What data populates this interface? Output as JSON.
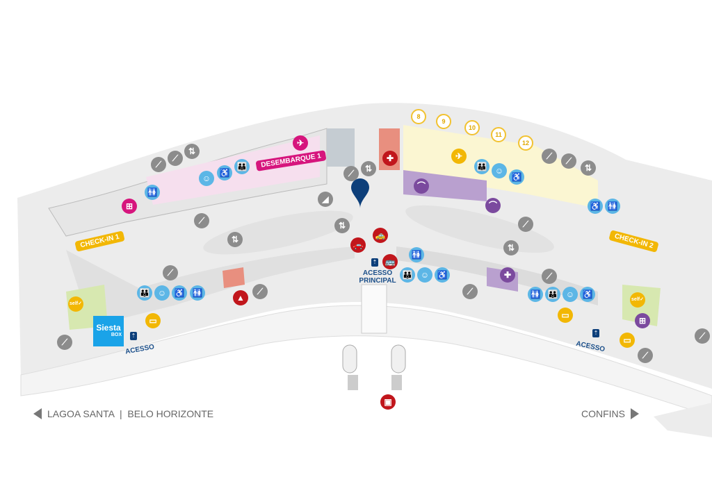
{
  "labels": {
    "desembarque": "DESEMBARQUE 1",
    "checkin1": "CHECK-IN 1",
    "checkin2": "CHECK-IN 2",
    "acesso_principal_1": "ACESSO",
    "acesso_principal_2": "PRINCIPAL",
    "acesso_left": "ACESSO",
    "acesso_right": "ACESSO"
  },
  "gates": [
    "8",
    "9",
    "10",
    "11",
    "12"
  ],
  "siesta": {
    "name": "Siesta",
    "sub": "BOX"
  },
  "self_label": "self✓",
  "nav": {
    "left": "LAGOA SANTA  |  BELO HORIZONTE",
    "right": "CONFINS"
  },
  "colors": {
    "grey": "#8c8c8c",
    "blue": "#5cb6e6",
    "red": "#c1161c",
    "pink": "#d6157d",
    "purple": "#7b4a9e",
    "yellow": "#f2b705",
    "navy": "#0d3f7a"
  }
}
